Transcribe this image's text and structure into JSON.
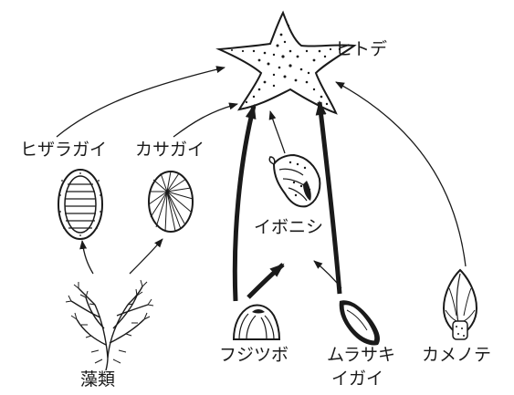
{
  "labels": {
    "starfish": "ヒトデ",
    "chiton": "ヒザラガイ",
    "limpet": "カサガイ",
    "whelk": "イボニシ",
    "algae": "藻類",
    "barnacle": "フジツボ",
    "mussel_line1": "ムラサキ",
    "mussel_line2": "イガイ",
    "gooseneck": "カメノテ"
  },
  "links": [
    {
      "from": "chiton",
      "to": "starfish",
      "strength": "weak"
    },
    {
      "from": "limpet",
      "to": "starfish",
      "strength": "weak"
    },
    {
      "from": "barnacle",
      "to": "starfish",
      "strength": "strong"
    },
    {
      "from": "whelk",
      "to": "starfish",
      "strength": "weak"
    },
    {
      "from": "mussel",
      "to": "starfish",
      "strength": "strong"
    },
    {
      "from": "gooseneck",
      "to": "starfish",
      "strength": "weak"
    },
    {
      "from": "algae",
      "to": "chiton",
      "strength": "weak"
    },
    {
      "from": "algae",
      "to": "limpet",
      "strength": "weak"
    },
    {
      "from": "barnacle",
      "to": "whelk",
      "strength": "strong"
    },
    {
      "from": "mussel",
      "to": "whelk",
      "strength": "weak"
    }
  ],
  "colors": {
    "ink": "#1a1a1a",
    "paper": "#ffffff"
  }
}
